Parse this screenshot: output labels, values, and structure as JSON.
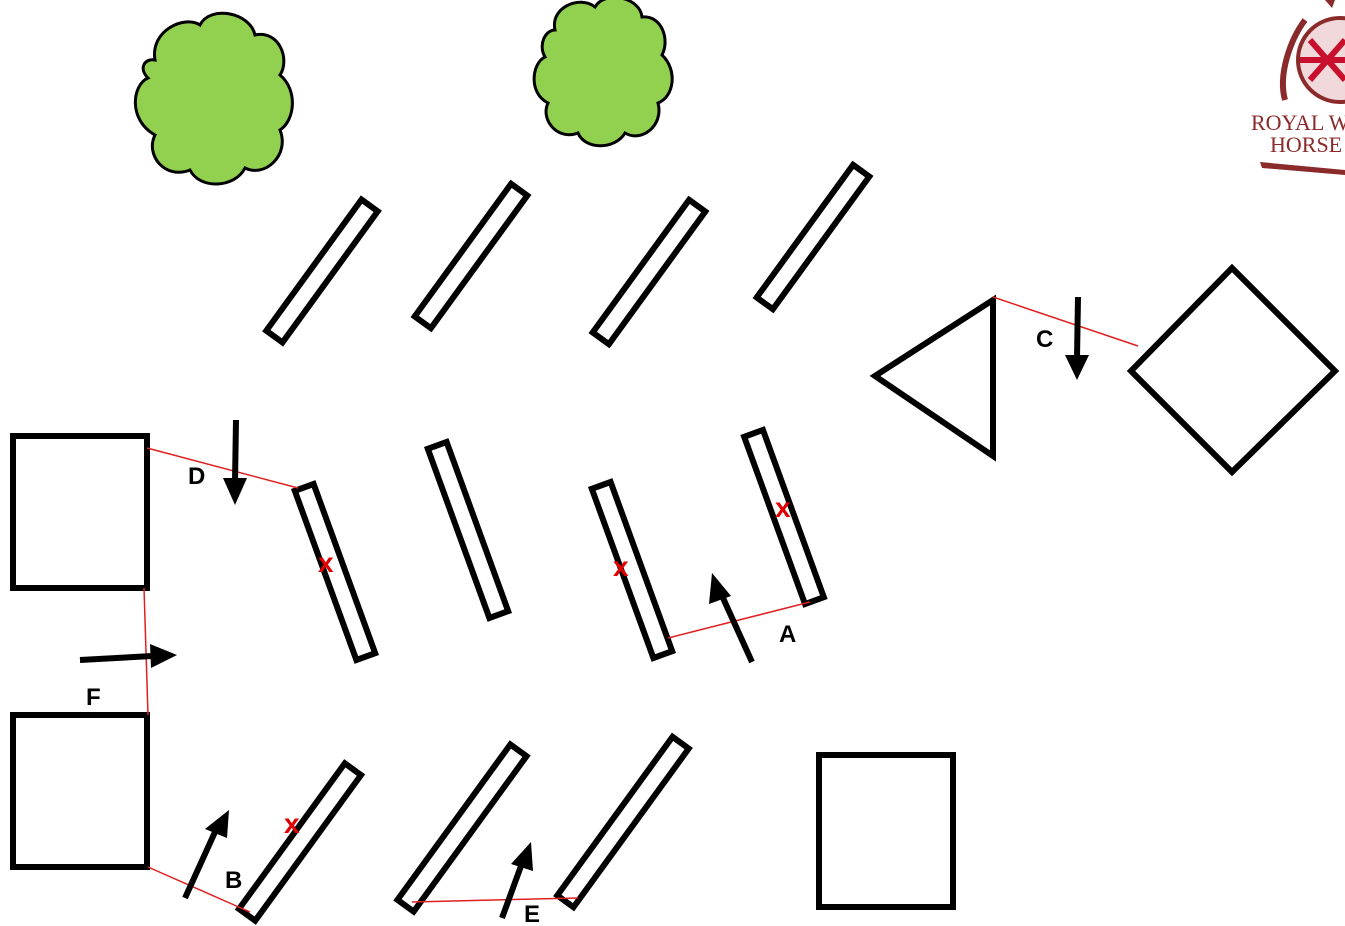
{
  "logo": {
    "text_line1": "ROYAL W",
    "text_line2": "HORSE"
  },
  "labels": {
    "a": "A",
    "b": "B",
    "c": "C",
    "d": "D",
    "e": "E",
    "f": "F"
  },
  "marker_symbol": "x",
  "colors": {
    "tree": "#92d050",
    "outline": "#000000",
    "line": "#e02020",
    "marker": "#e00000"
  }
}
